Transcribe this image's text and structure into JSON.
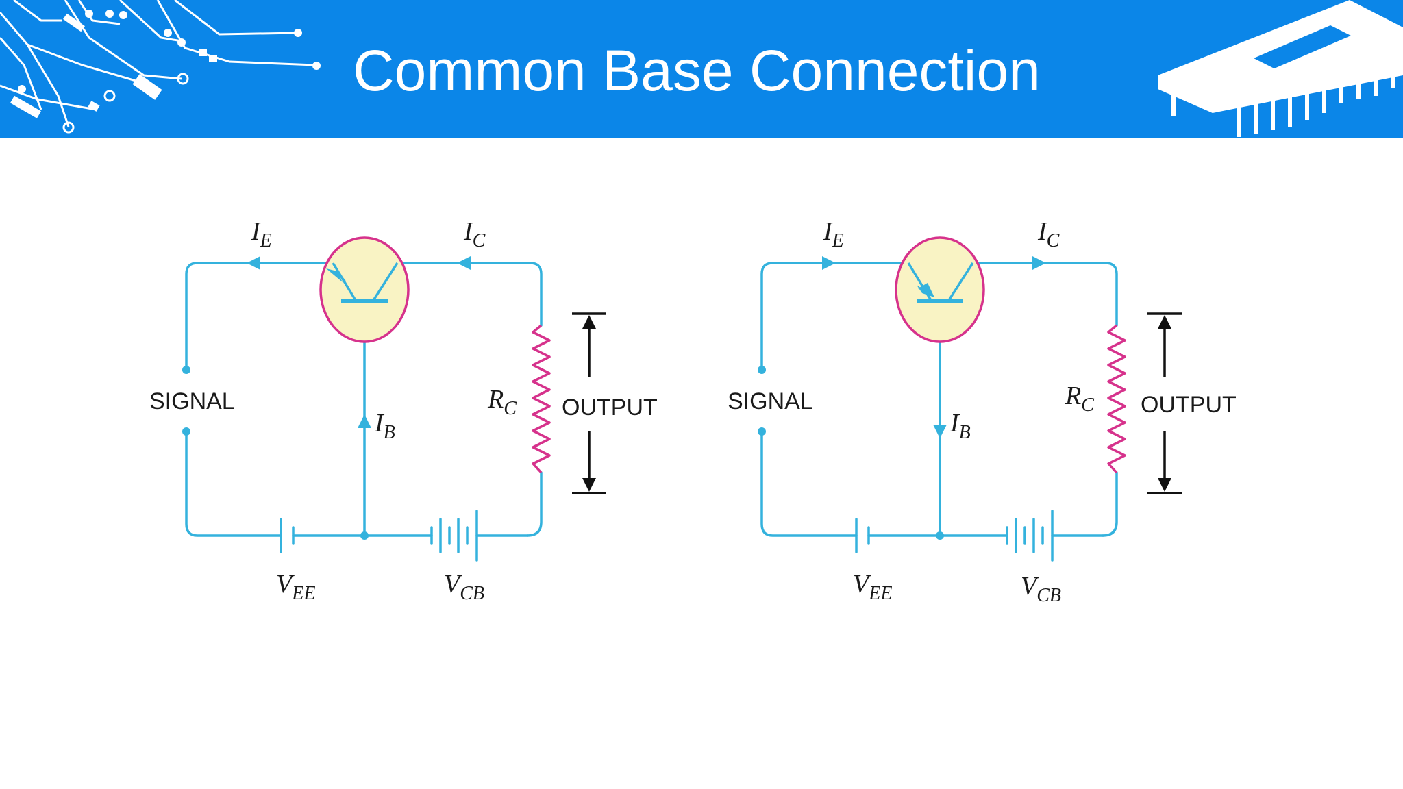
{
  "slide": {
    "title": "Common Base Connection",
    "colors": {
      "header": "#0b86e8",
      "wire": "#34b2dd",
      "transistor_fill": "#f9f3c4",
      "transistor_ring": "#d6328c",
      "resistor": "#d6328c",
      "text": "#1a1a1a"
    },
    "header_icons": [
      "circuit-traces-icon",
      "microchip-icon"
    ]
  },
  "circuits": [
    {
      "name": "left",
      "ie_main": "I",
      "ie_sub": "E",
      "ic_main": "I",
      "ic_sub": "C",
      "ib_main": "I",
      "ib_sub": "B",
      "rc_main": "R",
      "rc_sub": "C",
      "vee_main": "V",
      "vee_sub": "EE",
      "vcb_main": "V",
      "vcb_sub": "CB",
      "signal": "SIGNAL",
      "output": "OUTPUT"
    },
    {
      "name": "right",
      "ie_main": "I",
      "ie_sub": "E",
      "ic_main": "I",
      "ic_sub": "C",
      "ib_main": "I",
      "ib_sub": "B",
      "rc_main": "R",
      "rc_sub": "C",
      "vee_main": "V",
      "vee_sub": "EE",
      "vcb_main": "V",
      "vcb_sub": "CB",
      "signal": "SIGNAL",
      "output": "OUTPUT"
    }
  ]
}
